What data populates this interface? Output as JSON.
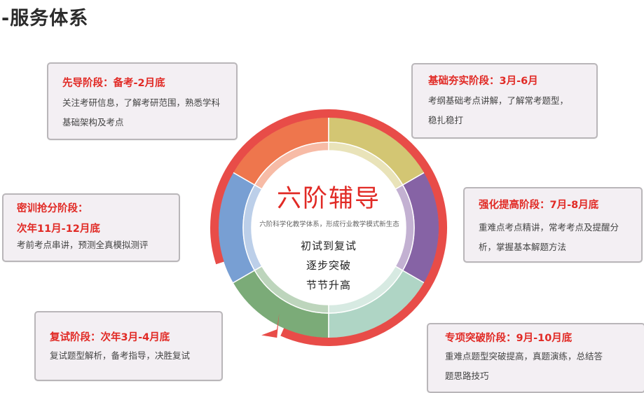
{
  "header": {
    "title": "-服务体系"
  },
  "center": {
    "title": "六阶辅导",
    "subtitle": "六阶科学化教学体系，形成行业教学模式新生态",
    "lines": [
      "初试到复试",
      "逐步突破",
      "节节升高"
    ]
  },
  "stages": [
    {
      "id": "stage1",
      "title": "先导阶段：备考-2月底",
      "desc": [
        "关注考研信息，了解考研范围，熟悉学科",
        "基础架构及考点"
      ]
    },
    {
      "id": "stage2",
      "title": "基础夯实阶段：3月-6月",
      "desc": [
        "考纲基础考点讲解，了解常考题型，",
        "稳扎稳打"
      ]
    },
    {
      "id": "stage3",
      "title": "强化提高阶段：7月-8月底",
      "desc": [
        "重难点考点精讲，常考考点及提醒分",
        "析，掌握基本解题方法"
      ]
    },
    {
      "id": "stage4",
      "title": "专项突破阶段：9月-10月底",
      "desc": [
        "重难点题型突破提高，真题演练，总结答",
        "题思路技巧"
      ]
    },
    {
      "id": "stage5",
      "title": "复试阶段：次年3月-4月底",
      "desc": [
        "复试题型解析，备考指导，决胜复试"
      ]
    },
    {
      "id": "stage6",
      "title_lines": [
        "密训抢分阶段：",
        "次年11月-12月底"
      ],
      "desc": [
        "考前考点串讲，预测全真模拟测评"
      ]
    }
  ],
  "colors": {
    "accent_red": "#e12a25",
    "ring_red": "#e84c48",
    "card_bg": "#f3eff3",
    "card_border": "#b9b6b9",
    "segments": {
      "orange": "#ee764d",
      "olive": "#d3c673",
      "purple": "#8663a5",
      "mint": "#afd5c5",
      "green": "#7bab78",
      "blue": "#789fd3"
    }
  }
}
